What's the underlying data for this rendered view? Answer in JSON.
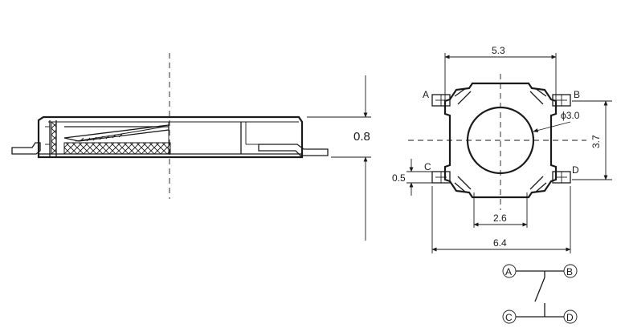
{
  "side_view": {
    "thickness_dim": "0.8"
  },
  "top_view": {
    "dim_width_outer": "5.3",
    "dim_height": "3.7",
    "dim_diameter": "ϕ3.0",
    "dim_pitch_inner": "2.6",
    "dim_width_total": "6.4",
    "dim_terminal": "0.5",
    "pin_a": "A",
    "pin_b": "B",
    "pin_c": "C",
    "pin_d": "D"
  },
  "schematic": {
    "pin_a": "A",
    "pin_b": "B",
    "pin_c": "C",
    "pin_d": "D"
  }
}
